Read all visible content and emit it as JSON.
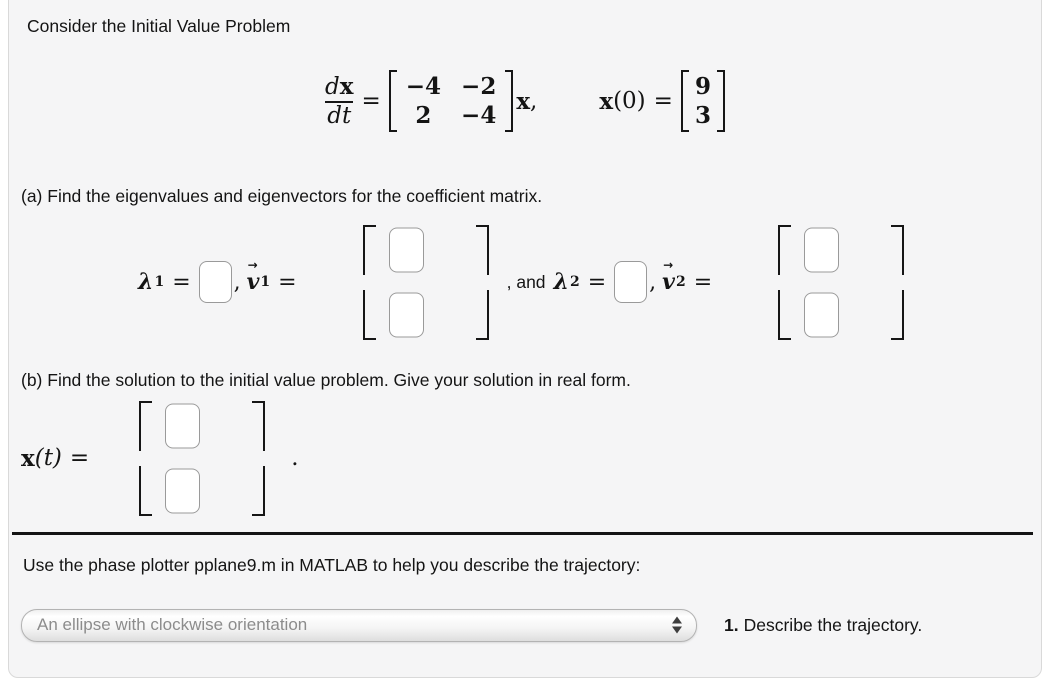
{
  "colors": {
    "panel_bg": "#f5f5f6",
    "panel_border": "#d9d9d9",
    "input_border": "#9a9a9a",
    "select_text": "#8c8c8c",
    "text": "#141414"
  },
  "intro": "Consider the Initial Value Problem",
  "equation": {
    "num_d": "d",
    "num_x": "x",
    "den": "dt",
    "eq": "=",
    "matrix": {
      "m11": "−4",
      "m12": "−2",
      "m21": "2",
      "m22": "−4"
    },
    "x": "x",
    "comma": ",",
    "ic_x": "x",
    "ic_arg": "(0)",
    "ic_eq": "=",
    "ic_top": "9",
    "ic_bottom": "3"
  },
  "part_a": {
    "label": "(a) Find the eigenvalues and eigenvectors for the coefficient matrix.",
    "lambda": "λ",
    "sub_1": "1",
    "sub_2": "2",
    "eq": "=",
    "comma": ",",
    "and_text": ", and",
    "v": "v",
    "arrow": "→",
    "inputs": {
      "lambda1": "",
      "v1_top": "",
      "v1_bottom": "",
      "lambda2": "",
      "v2_top": "",
      "v2_bottom": ""
    }
  },
  "part_b": {
    "label": "(b) Find the solution to the initial value problem. Give your solution in real form.",
    "x": "x",
    "arg": "(t)",
    "eq": "=",
    "period": ".",
    "inputs": {
      "x_top": "",
      "x_bottom": ""
    }
  },
  "footer": {
    "instruction": "Use the phase plotter pplane9.m in MATLAB to help you describe the trajectory:",
    "select_value": "An ellipse with clockwise orientation",
    "item_number": "1.",
    "item_text": "Describe the trajectory."
  }
}
